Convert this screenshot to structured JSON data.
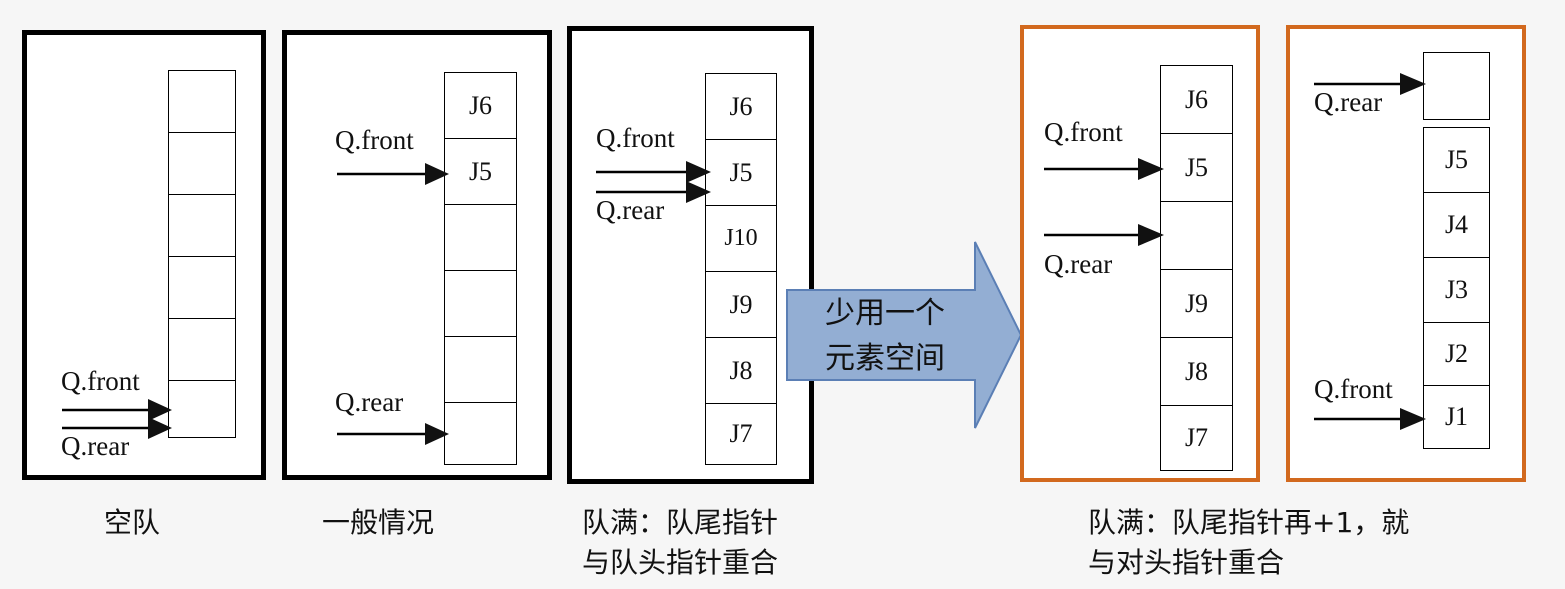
{
  "panels": [
    {
      "caption": [
        "空队"
      ],
      "cells": [
        "",
        "",
        "",
        "",
        "",
        ""
      ],
      "front_label": "Q.front",
      "rear_label": "Q.rear"
    },
    {
      "caption": [
        "一般情况"
      ],
      "cells": [
        "J6",
        "J5",
        "",
        "",
        "",
        ""
      ],
      "front_label": "Q.front",
      "rear_label": "Q.rear"
    },
    {
      "caption": [
        "队满：队尾指针",
        "与队头指针重合"
      ],
      "cells": [
        "J6",
        "J5",
        "J10",
        "J9",
        "J8",
        "J7"
      ],
      "front_label": "Q.front",
      "rear_label": "Q.rear"
    },
    {
      "caption": [
        "队满：队尾指针再+1，就",
        "与对头指针重合"
      ],
      "cells": [
        "J6",
        "J5",
        "",
        "J9",
        "J8",
        "J7"
      ],
      "front_label": "Q.front",
      "rear_label": "Q.rear"
    },
    {
      "cells": [
        "",
        "J5",
        "J4",
        "J3",
        "J2",
        "J1"
      ],
      "front_label": "Q.front",
      "rear_label": "Q.rear"
    }
  ],
  "middle_arrow": {
    "line1": "少用一个",
    "line2": "元素空间",
    "fill": "#93aed3",
    "stroke": "#5b7fb5"
  },
  "colors": {
    "panel_border_black": "#000000",
    "panel_border_orange": "#d2691e"
  }
}
